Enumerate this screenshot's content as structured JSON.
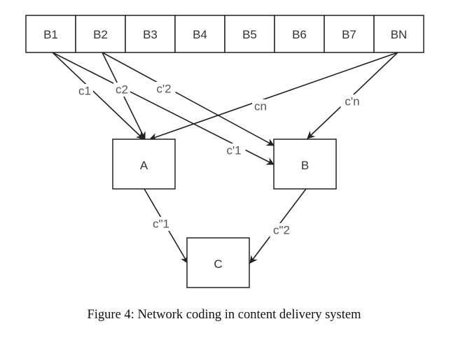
{
  "figure": {
    "caption": "Figure 4: Network coding in content delivery system",
    "source_blocks": [
      "B1",
      "B2",
      "B3",
      "B4",
      "B5",
      "B6",
      "B7",
      "BN"
    ],
    "nodes": [
      {
        "id": "A",
        "label": "A"
      },
      {
        "id": "B",
        "label": "B"
      },
      {
        "id": "C",
        "label": "C"
      }
    ],
    "edges": [
      {
        "from": "B1",
        "to": "A",
        "label": "c1"
      },
      {
        "from": "B2",
        "to": "A",
        "label": "c2"
      },
      {
        "from": "BN",
        "to": "A",
        "label": "cn"
      },
      {
        "from": "B1",
        "to": "B",
        "label": "c'1"
      },
      {
        "from": "B2",
        "to": "B",
        "label": "c'2"
      },
      {
        "from": "BN",
        "to": "B",
        "label": "c'n"
      },
      {
        "from": "A",
        "to": "C",
        "label": "c\"1"
      },
      {
        "from": "B",
        "to": "C",
        "label": "c\"2"
      }
    ],
    "colors": {
      "stroke": "#222222",
      "label": "#555555",
      "background": "#ffffff"
    }
  }
}
